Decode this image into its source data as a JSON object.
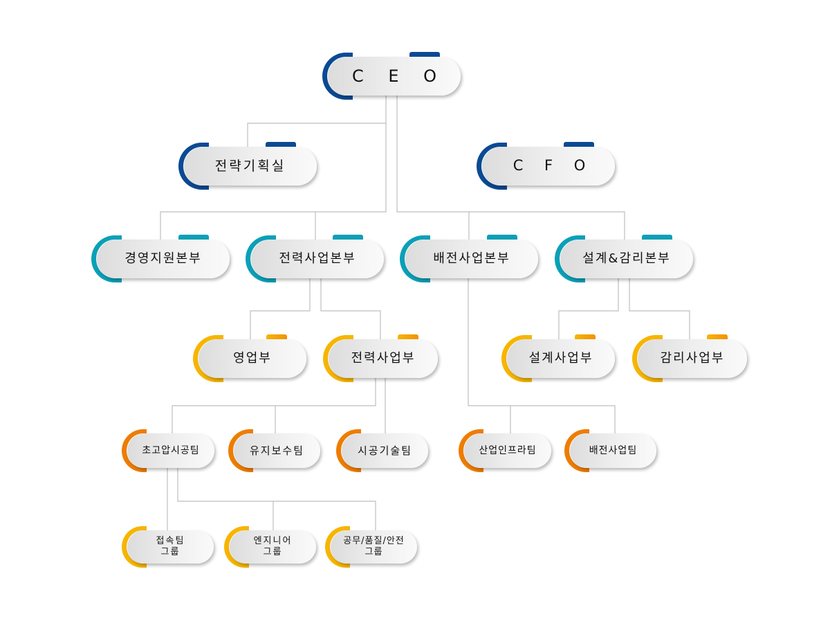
{
  "colors": {
    "navy": "#0a4a94",
    "teal": "#0aa0b8",
    "yellow": "#f7b500",
    "orange": "#ee7d00",
    "line": "#bdbdbd"
  },
  "nodes": {
    "ceo": "C E O",
    "strategy": "전략기획실",
    "cfo": "C F O",
    "mgmt_support": "경영지원본부",
    "power_hq": "전력사업본부",
    "distribution_hq": "배전사업본부",
    "design_hq": "설계&감리본부",
    "sales": "영업부",
    "power_div": "전력사업부",
    "design_div": "설계사업부",
    "supervision_div": "감리사업부",
    "uhv_team": "초고압시공팀",
    "maintenance_team": "유지보수팀",
    "construction_tech_team": "시공기술팀",
    "industrial_infra_team": "산업인프라팀",
    "distribution_team": "배전사업팀",
    "splice_group": "접속팀\n그룹",
    "engineer_group": "엔지니어\n그룹",
    "admin_group": "공무/품질/안전\n그룹"
  }
}
